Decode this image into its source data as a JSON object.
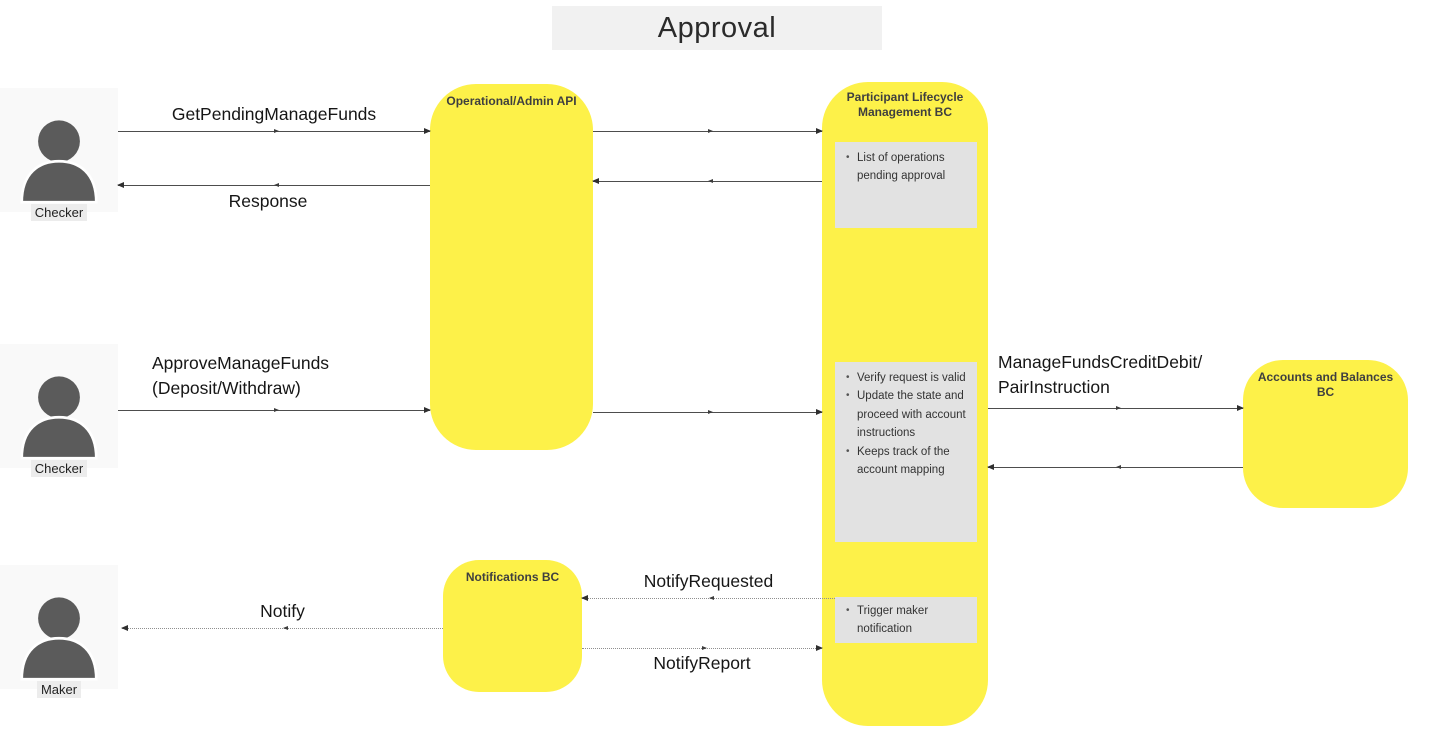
{
  "title": "Approval",
  "colors": {
    "component_yellow": "#FDF149",
    "note_gray": "#E2E2E2",
    "title_bg": "#F1F1F1",
    "actor_silhouette": "#5B5B5B",
    "actor_bg": "#F9F9F9",
    "actor_label_bg": "#ECECEC",
    "line": "#4D4D4D"
  },
  "icons": {
    "actor": "person-icon"
  },
  "actors": [
    {
      "label": "Checker"
    },
    {
      "label": "Checker"
    },
    {
      "label": "Maker"
    }
  ],
  "boxes": {
    "api": {
      "title": "Operational/Admin API"
    },
    "plm": {
      "title": "Participant Lifecycle Management BC"
    },
    "anb": {
      "title": "Accounts and Balances BC"
    },
    "notif": {
      "title": "Notifications BC"
    }
  },
  "notes": [
    {
      "items": [
        "List of operations pending approval"
      ]
    },
    {
      "items": [
        "Verify request is valid",
        "Update the state and proceed with account instructions",
        "Keeps track of the account mapping"
      ]
    },
    {
      "items": [
        "Trigger maker notification"
      ]
    }
  ],
  "messages": {
    "get_pending": "GetPendingManageFunds",
    "response": "Response",
    "approve": "ApproveManageFunds\n(Deposit/Withdraw)",
    "manage_funds": "ManageFundsCreditDebit/\nPairInstruction",
    "notify_requested": "NotifyRequested",
    "notify": "Notify",
    "notify_report": "NotifyReport"
  }
}
